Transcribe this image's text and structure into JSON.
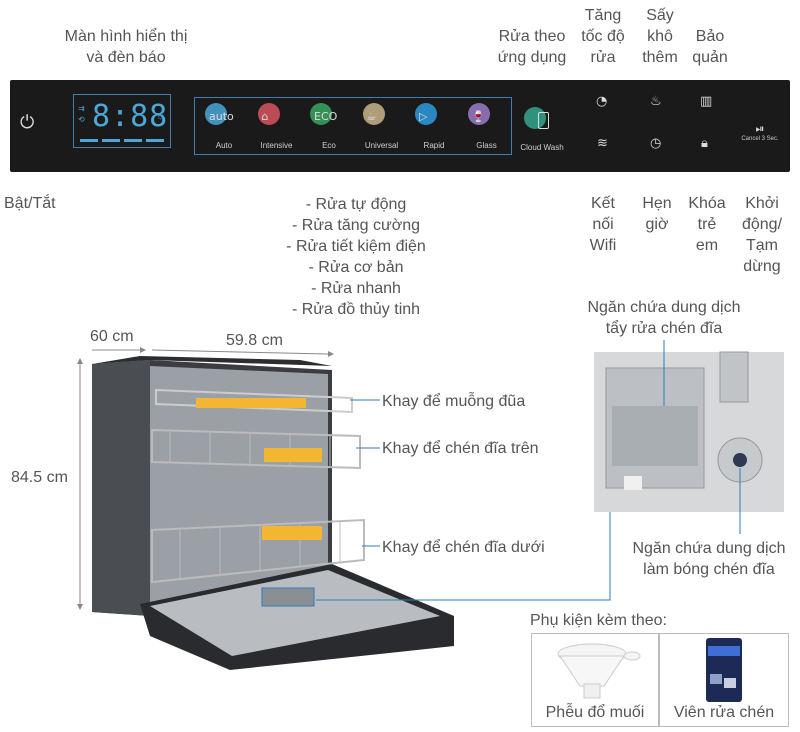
{
  "panel": {
    "display_digits": "8:88",
    "programs": [
      {
        "name": "Auto",
        "icon_text": "auto",
        "color": "#4aa7d8"
      },
      {
        "name": "Intensive",
        "icon_text": "⌂",
        "color": "#d8555f"
      },
      {
        "name": "Eco",
        "icon_text": "ECO",
        "color": "#3aa660"
      },
      {
        "name": "Universal",
        "icon_text": "☕",
        "color": "#c9b58a"
      },
      {
        "name": "Rapid",
        "icon_text": "▷",
        "color": "#2f9be0"
      },
      {
        "name": "Glass",
        "icon_text": "🍷",
        "color": "#9b7cc9"
      }
    ],
    "cloud_wash": "Cloud Wash",
    "cancel_label": "Cancel 3 Sec."
  },
  "labels": {
    "display": [
      "Màn hình hiển thị",
      "và đèn báo"
    ],
    "app_wash": [
      "Rửa theo",
      "ứng dụng"
    ],
    "speed_up": [
      "Tăng",
      "tốc độ",
      "rửa"
    ],
    "extra_dry": [
      "Sấy",
      "khô",
      "thêm"
    ],
    "storage": [
      "Bảo",
      "quản"
    ],
    "power": "Bật/Tắt",
    "wifi": [
      "Kết",
      "nối",
      "Wifi"
    ],
    "timer": [
      "Hẹn",
      "giờ"
    ],
    "child_lock": [
      "Khóa",
      "trẻ",
      "em"
    ],
    "start_pause": [
      "Khởi",
      "động/",
      "Tạm",
      "dừng"
    ],
    "program_list": [
      "- Rửa tự động",
      "- Rửa tăng cường",
      "- Rửa tiết kiệm điện",
      "- Rửa cơ bản",
      "- Rửa nhanh",
      "- Rửa đồ thủy tinh"
    ],
    "cutlery_tray": "Khay để muỗng đũa",
    "upper_rack": "Khay để chén đĩa trên",
    "lower_rack": "Khay để chén đĩa dưới",
    "detergent": [
      "Ngăn chứa dung dịch",
      "tẩy rửa chén đĩa"
    ],
    "rinse_aid": [
      "Ngăn chứa dung dịch",
      "làm bóng chén đĩa"
    ],
    "accessories": "Phụ kiện kèm theo:",
    "salt_funnel": "Phễu đổ muối",
    "detergent_tablets": "Viên rửa chén"
  },
  "dimensions": {
    "depth": "60 cm",
    "width": "59.8 cm",
    "height": "84.5 cm"
  },
  "colors": {
    "leader": "#2e7bb7",
    "panel": "#1a1a1a",
    "rack_accent": "#f2b632"
  }
}
